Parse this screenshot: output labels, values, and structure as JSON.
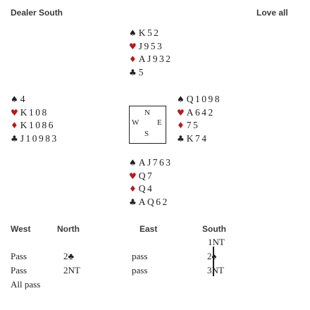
{
  "header": {
    "dealer": "Dealer South",
    "vulnerability": "Love all"
  },
  "suits": {
    "spade": {
      "glyph": "♠",
      "color": "#231f20"
    },
    "heart": {
      "glyph": "♥",
      "color": "#b31b1b"
    },
    "diamond": {
      "glyph": "♦",
      "color": "#b31b1b"
    },
    "club": {
      "glyph": "♣",
      "color": "#231f20"
    }
  },
  "hands": {
    "north": {
      "spades": "K52",
      "hearts": "J953",
      "diamonds": "AJ932",
      "clubs": "5"
    },
    "west": {
      "spades": "4",
      "hearts": "K108",
      "diamonds": "K1086",
      "clubs": "J10983"
    },
    "east": {
      "spades": "Q1098",
      "hearts": "A642",
      "diamonds": "75",
      "clubs": "K74"
    },
    "south": {
      "spades": "AJ763",
      "hearts": "Q7",
      "diamonds": "Q4",
      "clubs": "AQ62"
    }
  },
  "compass": {
    "n": "N",
    "w": "W",
    "e": "E",
    "s": "S"
  },
  "auction": {
    "headers": [
      "West",
      "North",
      "East",
      "South"
    ],
    "rows": [
      [
        "",
        "",
        "",
        "1NT"
      ],
      [
        "Pass",
        "2♣",
        "pass",
        "2♠"
      ],
      [
        "Pass",
        "2NT",
        "pass",
        "3NT"
      ],
      [
        "All pass",
        "",
        "",
        ""
      ]
    ]
  }
}
